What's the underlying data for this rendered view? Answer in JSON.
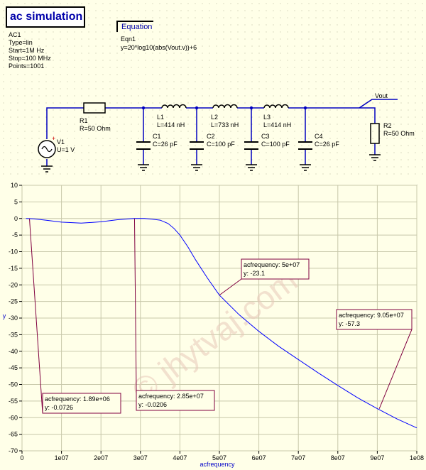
{
  "schematic": {
    "ac_title": "ac simulation",
    "ac_params": [
      "AC1",
      "Type=lin",
      "Start=1M Hz",
      "Stop=100 MHz",
      "Points=1001"
    ],
    "equation_title": "Equation",
    "equation_name": "Eqn1",
    "equation_expr": "y=20*log10(abs(Vout.v))+6",
    "components": {
      "r1_name": "R1",
      "r1_val": "R=50 Ohm",
      "v1_name": "V1",
      "v1_val": "U=1 V",
      "l1_name": "L1",
      "l1_val": "L=414 nH",
      "l2_name": "L2",
      "l2_val": "L=733 nH",
      "l3_name": "L3",
      "l3_val": "L=414 nH",
      "c1_name": "C1",
      "c1_val": "C=26 pF",
      "c2_name": "C2",
      "c2_val": "C=100 pF",
      "c3_name": "C3",
      "c3_val": "C=100 pF",
      "c4_name": "C4",
      "c4_val": "C=26 pF",
      "r2_name": "R2",
      "r2_val": "R=50 Ohm",
      "vout_label": "Vout"
    }
  },
  "watermark": "© jhytvaj.com",
  "chart_data": {
    "type": "line",
    "xlabel": "acfrequency",
    "ylabel": "y",
    "xlim": [
      0,
      100000000
    ],
    "ylim": [
      -70,
      10
    ],
    "x_ticks": [
      0,
      10000000,
      20000000,
      30000000,
      40000000,
      50000000,
      60000000,
      70000000,
      80000000,
      90000000,
      100000000
    ],
    "x_tick_labels": [
      "0",
      "1e07",
      "2e07",
      "3e07",
      "4e07",
      "5e07",
      "6e07",
      "7e07",
      "8e07",
      "9e07",
      "1e08"
    ],
    "y_ticks": [
      10,
      5,
      0,
      -5,
      -10,
      -15,
      -20,
      -25,
      -30,
      -35,
      -40,
      -45,
      -50,
      -55,
      -60,
      -65,
      -70
    ],
    "grid": true,
    "colors": {
      "line": "#0000ff",
      "grid": "#c8c8aa",
      "marker_box": "#800040"
    },
    "series": [
      {
        "x": [
          1000000,
          3000000,
          6000000,
          10000000,
          15000000,
          20000000,
          24000000,
          27000000,
          28500000,
          31000000,
          33000000,
          35000000,
          37000000,
          38500000,
          40000000,
          42000000,
          44000000,
          47000000,
          50000000,
          55000000,
          60000000,
          65000000,
          70000000,
          75000000,
          80000000,
          85000000,
          90000000,
          95000000,
          100000000
        ],
        "y": [
          0,
          -0.1,
          -0.5,
          -1.1,
          -1.4,
          -1.0,
          -0.4,
          -0.1,
          0,
          0,
          -0.2,
          -0.5,
          -1.5,
          -3,
          -5,
          -8.5,
          -12.5,
          -18,
          -23.1,
          -29,
          -34,
          -38.5,
          -42.5,
          -46.5,
          -50.3,
          -54,
          -57.3,
          -60.4,
          -63.1
        ]
      }
    ],
    "markers": [
      {
        "label_x": "acfrequency: 1.89e+06",
        "label_y": "y: -0.0726",
        "x": 1890000,
        "y": -0.0726
      },
      {
        "label_x": "acfrequency: 2.85e+07",
        "label_y": "y: -0.0206",
        "x": 28500000,
        "y": -0.0206
      },
      {
        "label_x": "acfrequency: 5e+07",
        "label_y": "y: -23.1",
        "x": 50000000,
        "y": -23.1
      },
      {
        "label_x": "acfrequency: 9.05e+07",
        "label_y": "y: -57.3",
        "x": 90500000,
        "y": -57.3
      }
    ]
  }
}
